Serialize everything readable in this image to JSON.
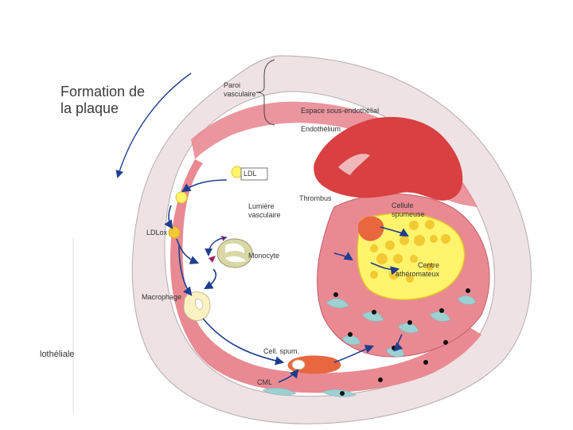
{
  "title": {
    "line1": "Formation de",
    "line2": "la plaque"
  },
  "labels": {
    "paroi": [
      "Paroi",
      "vasculaire"
    ],
    "espace": "Espace sous-endothélial",
    "endothelium": "Endothélium",
    "ldl": "LDL",
    "thrombus": "Thrombus",
    "lumiere": [
      "Lumière",
      "vasculaire"
    ],
    "cellule": [
      "Cellule",
      "spumeuse"
    ],
    "ldlox": "LDLox",
    "monocyte": "Monocyte",
    "centre": [
      "Centre",
      "athéromateux"
    ],
    "macrophage": "Macrophage",
    "cell_spum": "Cell. spum.",
    "cml": "CML",
    "side_text": "lothéliale"
  },
  "colors": {
    "wall_outer": "#efe2e4",
    "wall_inner": "#e98a93",
    "thrombus": "#d84041",
    "core": "#fff46b",
    "lipid": "#f3c934",
    "arrow": "#1e3d8f",
    "smc": "#9ed0d2",
    "macrophage": "#fbf2c4",
    "monocyte": "#d8d7a6",
    "foam": "#e8673e"
  }
}
